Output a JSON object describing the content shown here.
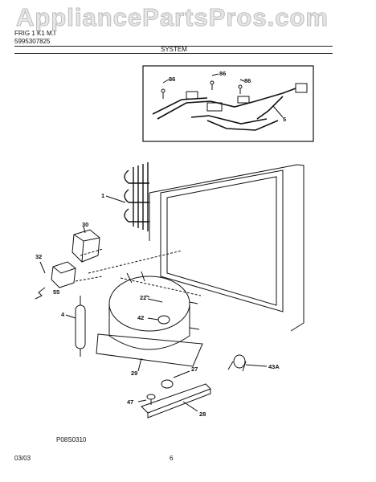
{
  "watermark": "AppliancePartsPros.com",
  "header": {
    "model": "FRIG 1 K1 M.I",
    "part_number": "5995307825",
    "section_title": "SYSTEM"
  },
  "callouts": {
    "c86a": "86",
    "c86b": "86",
    "c86c": "86",
    "c5": "5",
    "c1": "1",
    "c30": "30",
    "c32": "32",
    "c55": "55",
    "c4": "4",
    "c22": "22",
    "c42": "42",
    "c29": "29",
    "c27": "27",
    "c43a": "43A",
    "c47": "47",
    "c28": "28"
  },
  "diagram_code": "P08S0310",
  "footer": {
    "date": "03/03",
    "page": "6"
  }
}
